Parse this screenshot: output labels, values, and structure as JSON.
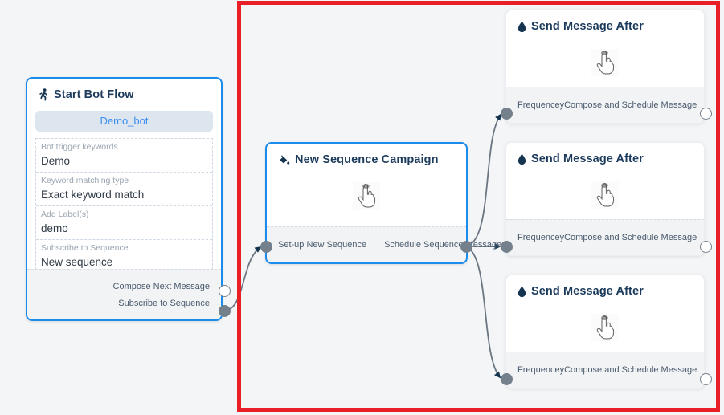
{
  "canvas": {
    "background_color": "#f4f5f7",
    "highlight_color": "#e81f26",
    "accent_color": "#1b8ceb",
    "title_color": "#1b3a5c",
    "port_color": "#74808c"
  },
  "nodes": {
    "start_bot_flow": {
      "title": "Start Bot Flow",
      "icon": "running-person-icon",
      "bot_pill": "Demo_bot",
      "fields": [
        {
          "label": "Bot trigger keywords",
          "value": "Demo"
        },
        {
          "label": "Keyword matching type",
          "value": "Exact keyword match"
        },
        {
          "label": "Add Label(s)",
          "value": "demo"
        },
        {
          "label": "Subscribe to Sequence",
          "value": "New sequence"
        }
      ],
      "ports": [
        {
          "label": "Compose Next Message",
          "style": "hollow"
        },
        {
          "label": "Subscribe to Sequence",
          "style": "filled"
        }
      ]
    },
    "new_sequence_campaign": {
      "title": "New Sequence Campaign",
      "icon": "paint-bucket-icon",
      "body_icon": "hand-pointer-icon",
      "input_port_label": "Set-up New Sequence",
      "output_port_label": "Schedule Sequence Message"
    },
    "send_message_after": [
      {
        "title": "Send Message After",
        "icon": "droplet-icon",
        "body_icon": "hand-pointer-icon",
        "input_port_label": "Frequencey",
        "output_port_label": "Compose and Schedule Message"
      },
      {
        "title": "Send Message After",
        "icon": "droplet-icon",
        "body_icon": "hand-pointer-icon",
        "input_port_label": "Frequencey",
        "output_port_label": "Compose and Schedule Message"
      },
      {
        "title": "Send Message After",
        "icon": "droplet-icon",
        "body_icon": "hand-pointer-icon",
        "input_port_label": "Frequencey",
        "output_port_label": "Compose and Schedule Message"
      }
    ]
  }
}
